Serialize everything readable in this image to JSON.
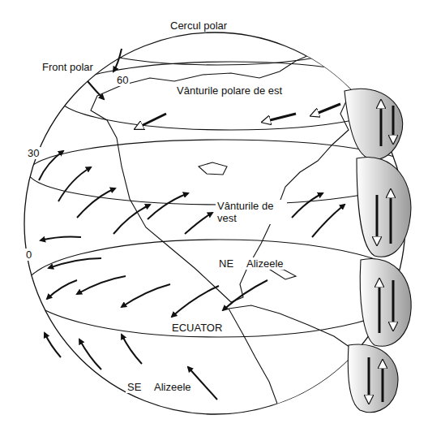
{
  "diagram": {
    "labels": [
      "Cercul polar",
      "Front polar",
      "60",
      "Vânturile polare de est",
      "30",
      "Vânturile de vest",
      "0",
      "NE",
      "Alizeele",
      "ECUATOR",
      "SE",
      "Alizeele"
    ]
  }
}
